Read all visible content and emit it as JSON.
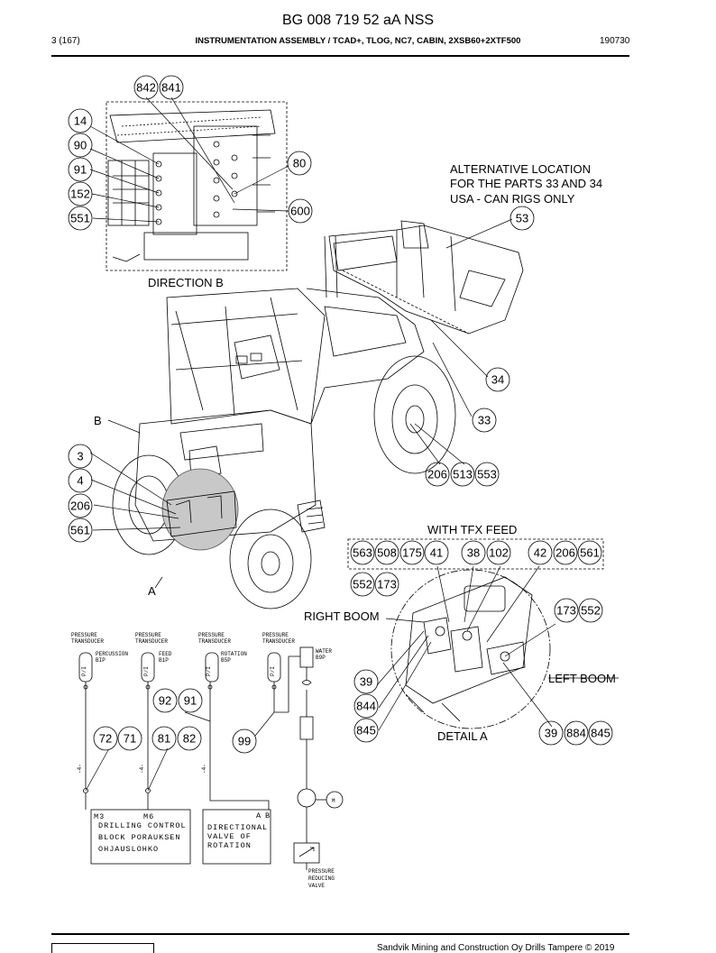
{
  "document": {
    "title": "BG 008 719 52 aA NSS",
    "page": "3 (167)",
    "heading": "INSTRUMENTATION ASSEMBLY / TCAD+, TLOG, NC7, CABIN, 2XSB60+2XTF500",
    "date": "190730",
    "footer": "Sandvik Mining and Construction Oy Drills Tampere © 2019"
  },
  "labels": {
    "direction_b": "DIRECTION B",
    "alt_line1": "ALTERNATIVE LOCATION",
    "alt_line2": "FOR THE PARTS 33 AND 34",
    "alt_line3": "USA - CAN RIGS ONLY",
    "b": "B",
    "a": "A",
    "with_tfx": "WITH TFX FEED",
    "right_boom": "RIGHT BOOM",
    "left_boom": "LEFT BOOM",
    "detail_a": "DETAIL  A"
  },
  "callouts": {
    "c842": "842",
    "c841": "841",
    "c14": "14",
    "c90": "90",
    "c91": "91",
    "c152": "152",
    "c551": "551",
    "c80": "80",
    "c600": "600",
    "c53": "53",
    "c34": "34",
    "c33": "33",
    "c3": "3",
    "c4": "4",
    "c206a": "206",
    "c561a": "561",
    "c206b": "206",
    "c513": "513",
    "c553": "553",
    "c563": "563",
    "c508": "508",
    "c175": "175",
    "c41": "41",
    "c38": "38",
    "c102": "102",
    "c42": "42",
    "c206c": "206",
    "c561b": "561",
    "c552a": "552",
    "c173a": "173",
    "c173b": "173",
    "c552b": "552",
    "c39a": "39",
    "c844": "844",
    "c845a": "845",
    "c39b": "39",
    "c884": "884",
    "c845b": "845",
    "c92": "92",
    "c91b": "91",
    "c99": "99",
    "c72": "72",
    "c71": "71",
    "c81": "81",
    "c82": "82"
  },
  "schematic": {
    "pt_label1": "PRESSURE",
    "pt_label2": "TRANSDUCER",
    "s1_line1": "PERCUSSION",
    "s1_line2": "BIP",
    "s2_line1": "FEED",
    "s2_line2": "B1P",
    "s3_line1": "ROTATION",
    "s3_line2": "B5P",
    "s4_line1": "WATER",
    "s4_line2": "B9P",
    "gauge_symbol": "P/I",
    "wire_marker": "-4-",
    "port_m3": "M3",
    "port_m6": "M6",
    "port_a": "A",
    "port_b": "B",
    "drill_line1": "DRILLING CONTROL",
    "drill_line2": "BLOCK PORAUKSEN",
    "drill_line3": "OHJAUSLOHKO",
    "dir_line1": "DIRECTIONAL",
    "dir_line2": "VALVE OF",
    "dir_line3": "ROTATION",
    "motor": "M",
    "prv_line1": "PRESSURE",
    "prv_line2": "REDUCING",
    "prv_line3": "VALVE"
  }
}
